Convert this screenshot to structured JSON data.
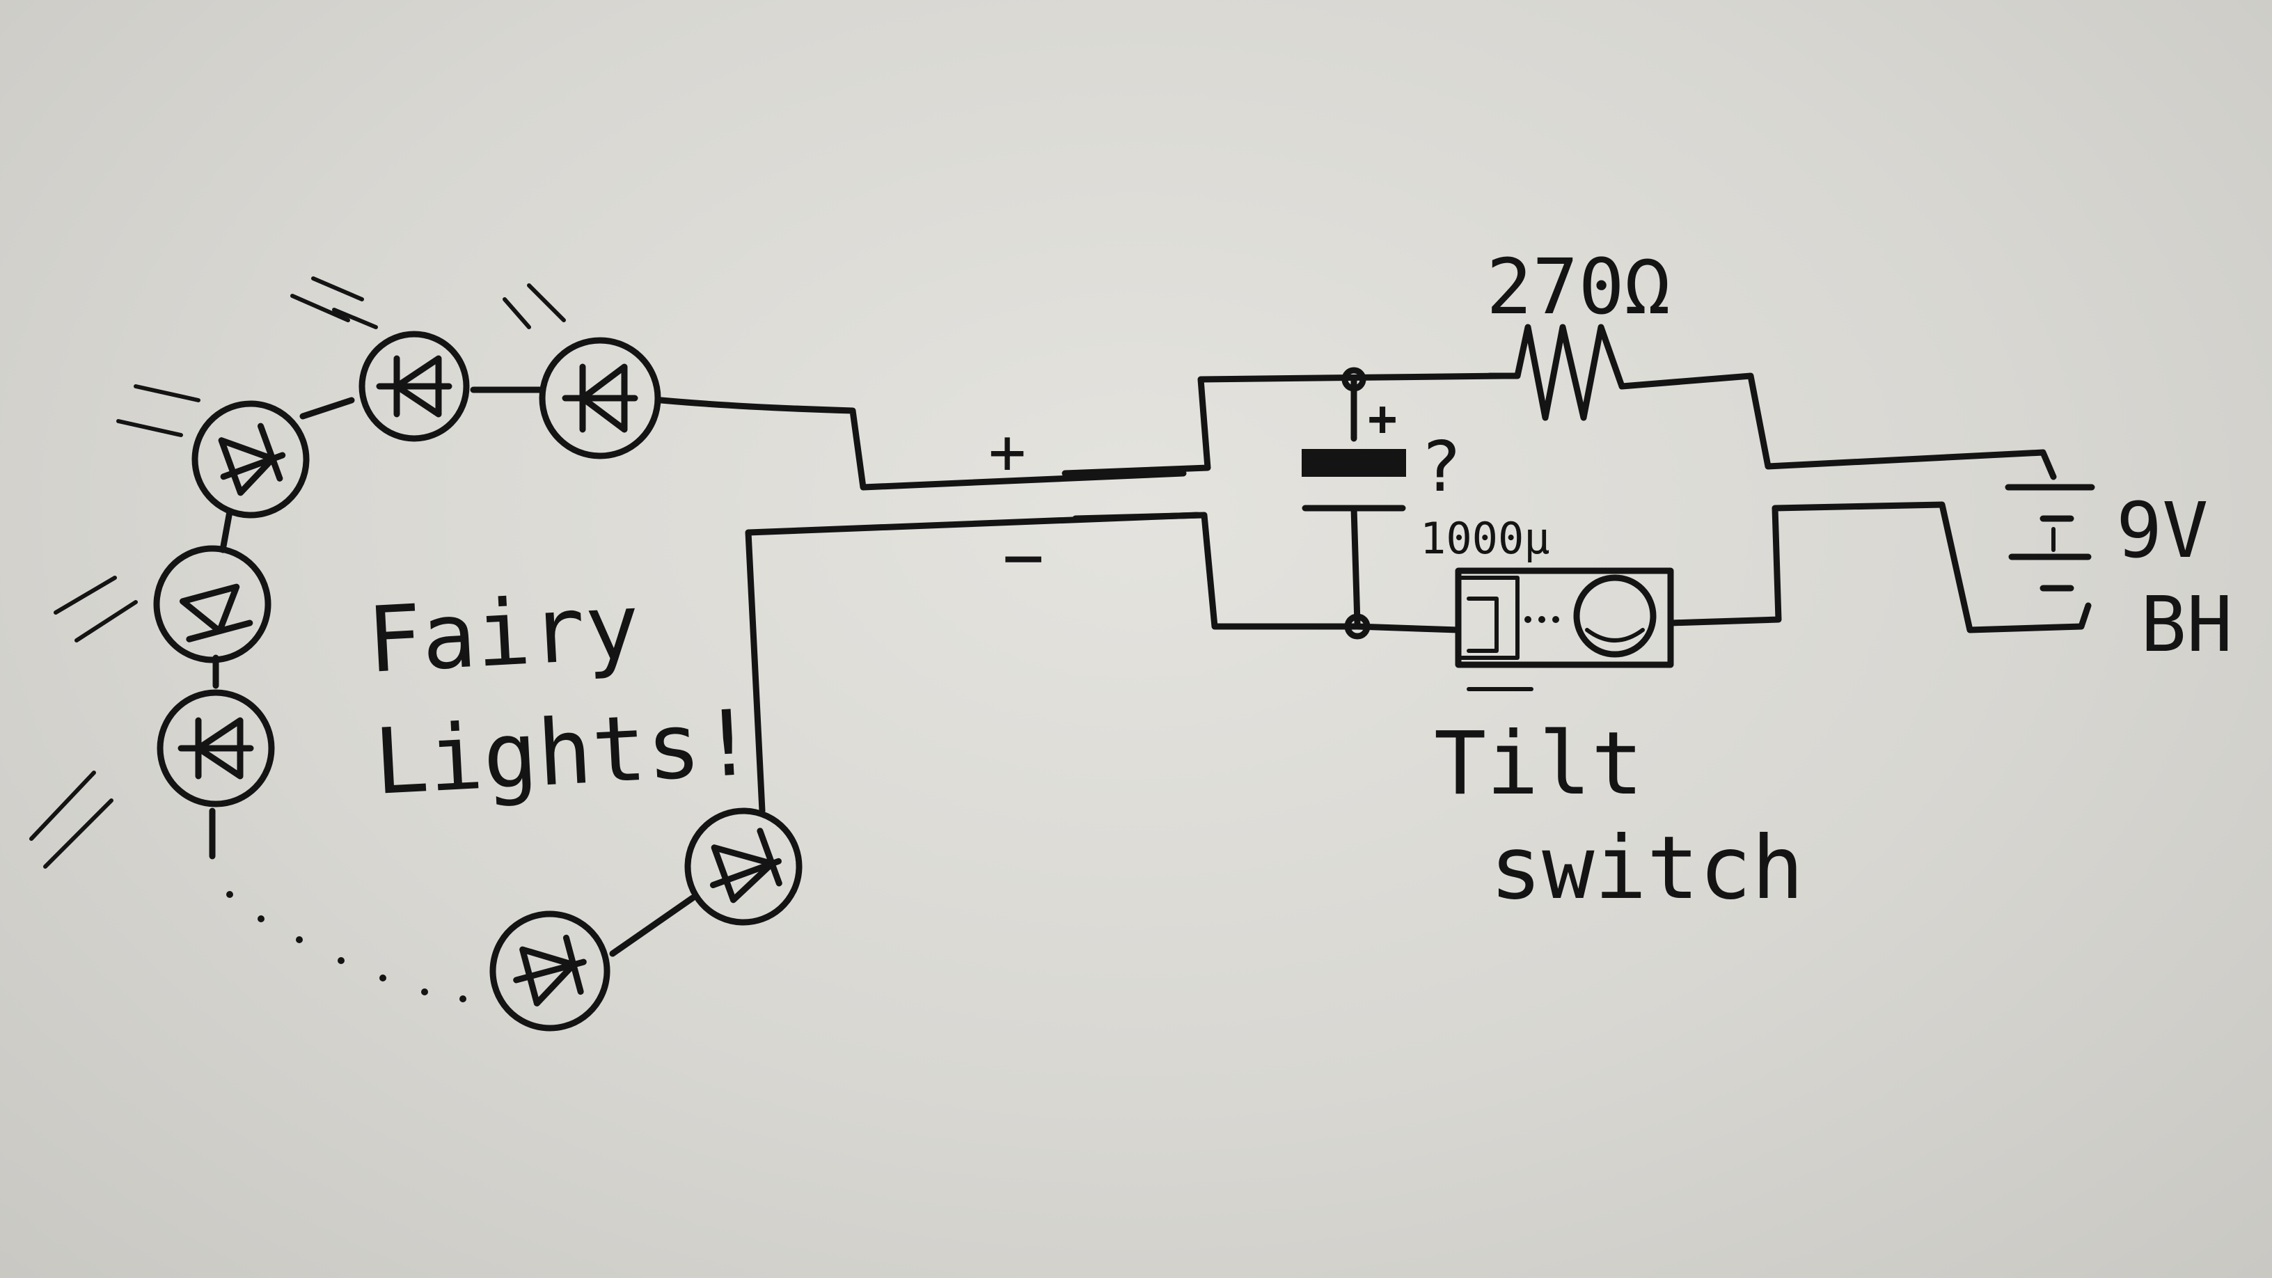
{
  "labels": {
    "fairy_lights_line1": "Fairy",
    "fairy_lights_line2": "Lights!",
    "resistor": "270Ω",
    "capacitor_question": "?",
    "capacitor_value": "1000μ",
    "capacitor_polarity": "+",
    "plus": "+",
    "minus": "−",
    "tilt_switch_line1": "Tilt",
    "tilt_switch_line2": "switch",
    "battery_line1": "9V",
    "battery_line2": "BH"
  },
  "colors": {
    "ink": "#141414",
    "paper": "#d9d8d3"
  }
}
